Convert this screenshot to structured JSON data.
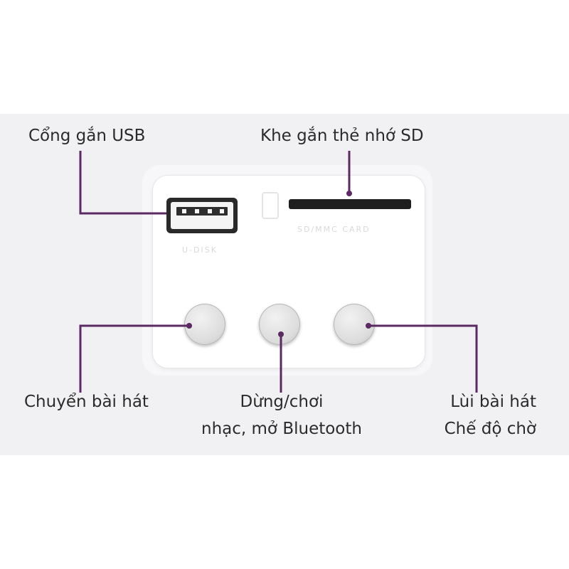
{
  "labels": {
    "usb_port": "Cổng gắn USB",
    "sd_slot": "Khe gắn thẻ nhớ SD",
    "next_track": "Chuyển bài hát",
    "play_pause_line1": "Dừng/chơi",
    "play_pause_line2": "nhạc, mở Bluetooth",
    "prev_track_line1": "Lùi bài hát",
    "prev_track_line2": "Chế độ chờ"
  },
  "device_markings": {
    "usb": "U-DISK",
    "sd": "SD/MMC CARD"
  },
  "colors": {
    "leader_line": "#5b2a63",
    "band_background": "#f1f1f3",
    "panel": "#ffffff"
  }
}
